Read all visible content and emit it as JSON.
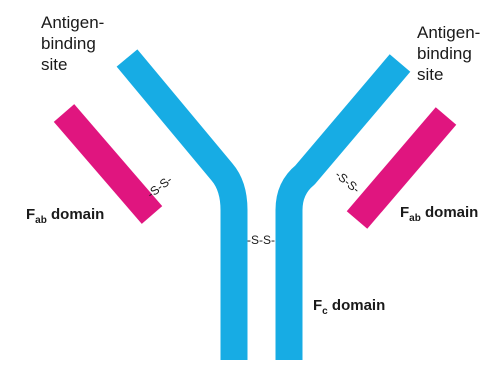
{
  "labels": {
    "antigen_left_line1": "Antigen-",
    "antigen_left_line2": "binding",
    "antigen_left_line3": "site",
    "antigen_right_line1": "Antigen-",
    "antigen_right_line2": "binding",
    "antigen_right_line3": "site",
    "fab_left_prefix": "F",
    "fab_left_sub": "ab",
    "fab_left_suffix": " domain",
    "fab_right_prefix": "F",
    "fab_right_sub": "ab",
    "fab_right_suffix": " domain",
    "fc_prefix": "F",
    "fc_sub": "c",
    "fc_suffix": " domain",
    "disulfide_left": "-S-S-",
    "disulfide_center": "-S-S-",
    "disulfide_right": "-S-S-"
  },
  "colors": {
    "heavy_chain": "#17ace4",
    "light_chain": "#e0157f",
    "text": "#1a1a1a"
  }
}
